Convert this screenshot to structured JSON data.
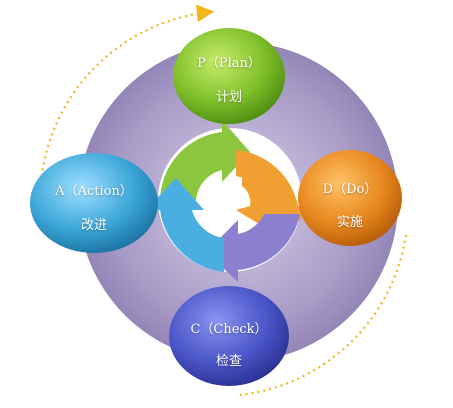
{
  "nodes": {
    "plan": {
      "letter_label": "P（Plan）",
      "cn_label": "计划",
      "color": "#7fbf2a"
    },
    "do": {
      "letter_label": "D（Do）",
      "cn_label": "实施",
      "color": "#e8871e"
    },
    "check": {
      "letter_label": "C（Check）",
      "cn_label": "检查",
      "color": "#4a55c8"
    },
    "action": {
      "letter_label": "A（Action）",
      "cn_label": "改进",
      "color": "#3aa6d8"
    }
  },
  "colors": {
    "ring": "#a89bc6",
    "dotted_arrow": "#f2b51c",
    "arrow_green": "#8cc63f",
    "arrow_orange": "#f0a030",
    "arrow_purple": "#8b7fd0",
    "arrow_blue": "#4aaee0"
  }
}
